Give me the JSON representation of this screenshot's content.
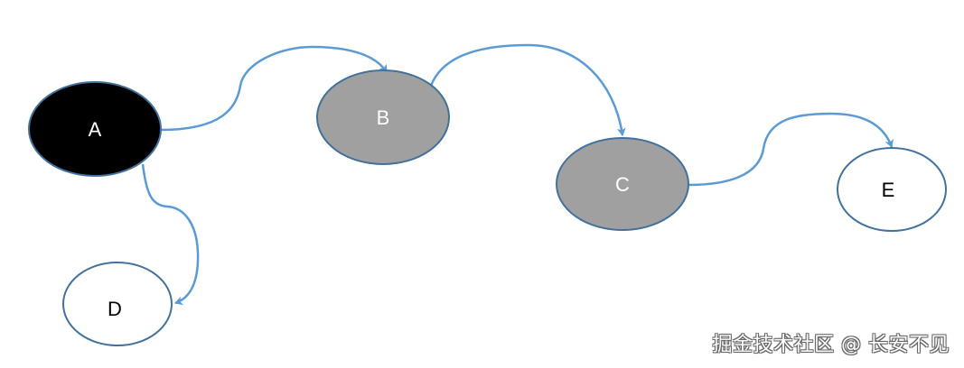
{
  "nodes": {
    "a": {
      "label": "A",
      "fill": "#000000",
      "text_color": "#ffffff"
    },
    "b": {
      "label": "B",
      "fill": "#a0a0a0",
      "text_color": "#ffffff"
    },
    "c": {
      "label": "C",
      "fill": "#a0a0a0",
      "text_color": "#ffffff"
    },
    "d": {
      "label": "D",
      "fill": "#ffffff",
      "text_color": "#000000"
    },
    "e": {
      "label": "E",
      "fill": "#ffffff",
      "text_color": "#000000"
    }
  },
  "edges": [
    {
      "from": "A",
      "to": "B"
    },
    {
      "from": "B",
      "to": "C"
    },
    {
      "from": "C",
      "to": "E"
    },
    {
      "from": "A",
      "to": "D"
    }
  ],
  "colors": {
    "node_stroke": "#41719c",
    "edge": "#5b9bd5"
  },
  "watermark": "掘金技术社区 @ 长安不见"
}
